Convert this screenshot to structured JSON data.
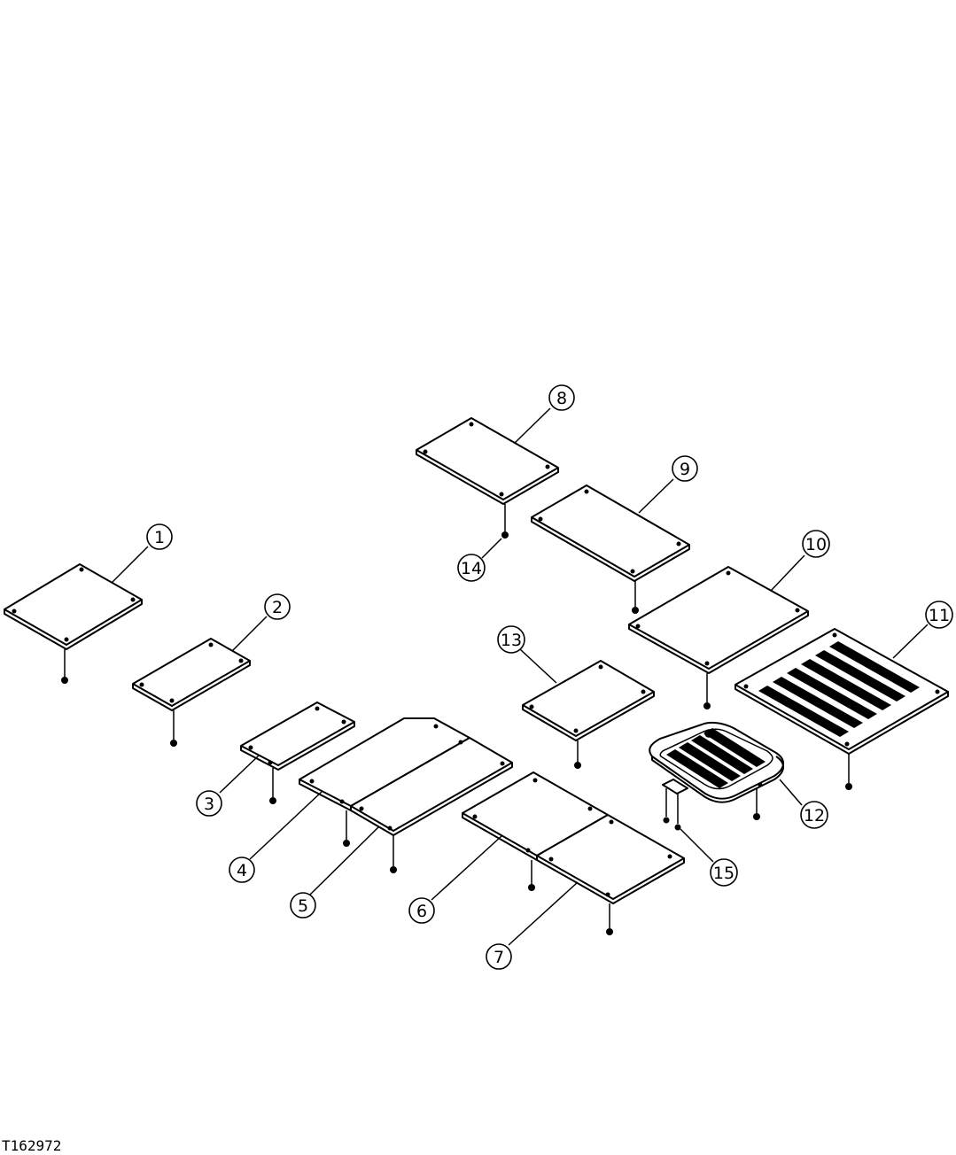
{
  "figure_id": "T162972",
  "callouts": [
    "1",
    "2",
    "3",
    "4",
    "5",
    "6",
    "7",
    "8",
    "9",
    "10",
    "11",
    "12",
    "13",
    "14",
    "15"
  ]
}
